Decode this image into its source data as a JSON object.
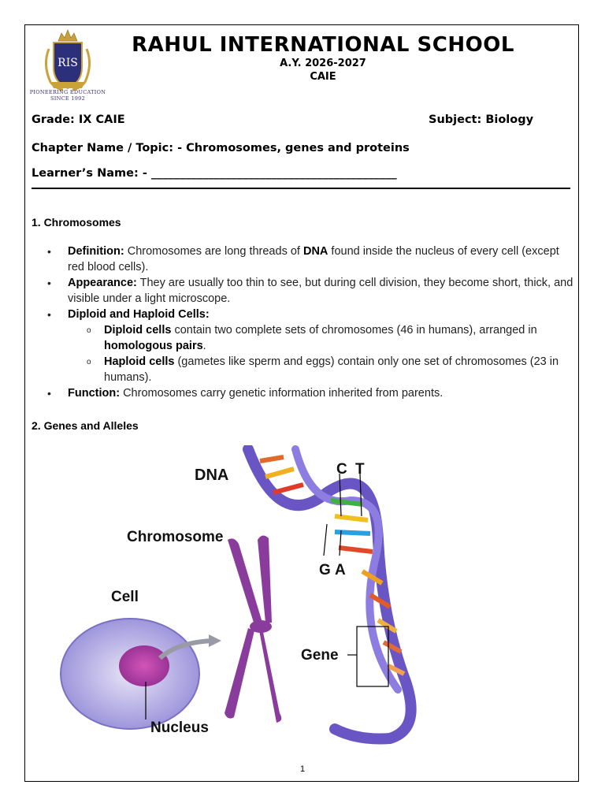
{
  "header": {
    "school_name": "RAHUL INTERNATIONAL SCHOOL",
    "academic_year": "A.Y. 2026-2027",
    "board": "CAIE",
    "logo": {
      "icon": "school-crest-icon",
      "text": "RIS",
      "caption_line1": "PIONEERING EDUCATION",
      "caption_line2": "SINCE 1992"
    }
  },
  "info": {
    "grade": "Grade: IX CAIE",
    "subject": "Subject: Biology",
    "chapter": "Chapter Name / Topic: - Chromosomes, genes and proteins",
    "learner": "Learner’s Name: - ___________________________________________"
  },
  "section1": {
    "title": "1. Chromosomes",
    "definition_label": "Definition:",
    "definition_pre": " Chromosomes are long threads of ",
    "definition_bold": "DNA",
    "definition_post": " found inside the nucleus of every cell (except red blood cells).",
    "appearance_label": "Appearance:",
    "appearance_text": " They are usually too thin to see, but during cell division, they become short, thick, and visible under a light microscope.",
    "diploid_haploid_label": "Diploid and Haploid Cells:",
    "diploid_label": "Diploid cells",
    "diploid_text": " contain two complete sets of chromosomes (46 in humans), arranged in ",
    "diploid_bold_end": "homologous pairs",
    "diploid_end": ".",
    "haploid_label": "Haploid cells",
    "haploid_text": " (gametes like sperm and eggs) contain only one set of chromosomes (23 in humans).",
    "function_label": "Function:",
    "function_text": " Chromosomes carry genetic information inherited from parents."
  },
  "section2": {
    "title": "2. Genes and Alleles",
    "diagram": {
      "label_dna": "DNA",
      "label_chromosome": "Chromosome",
      "label_cell": "Cell",
      "label_nucleus": "Nucleus",
      "label_gene": "Gene",
      "label_c": "C",
      "label_t": "T",
      "label_g": "G",
      "label_a": "A"
    }
  },
  "footer": {
    "page_number": "1"
  }
}
